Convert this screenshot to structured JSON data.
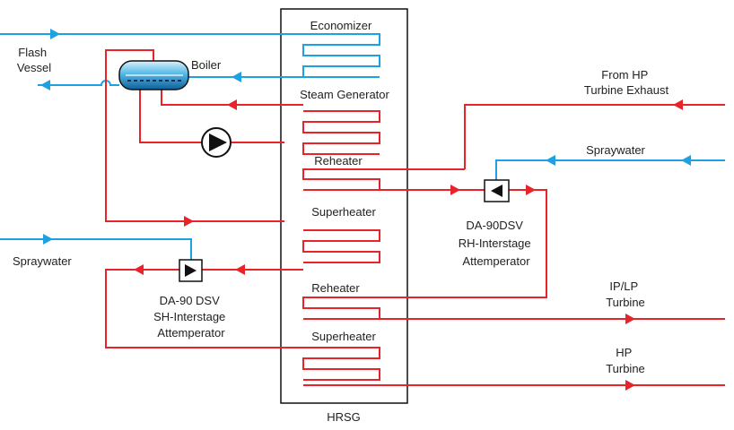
{
  "colors": {
    "steam": "#e8232a",
    "water": "#1da1e2",
    "outline": "#111111"
  },
  "icons": {
    "pump": "pump-icon",
    "boiler": "boiler-drum-icon",
    "attemperator": "attemperator-icon"
  },
  "labels": {
    "hrsg": "HRSG",
    "economizer": "Economizer",
    "steam_generator": "Steam Generator",
    "reheater_top": "Reheater",
    "superheater_mid": "Superheater",
    "reheater_lower": "Reheater",
    "superheater_bottom": "Superheater",
    "flash_vessel": [
      "Flash",
      "Vessel"
    ],
    "boiler": "Boiler",
    "from_hp": [
      "From HP",
      "Turbine Exhaust"
    ],
    "spraywater_right": "Spraywater",
    "spraywater_left": "Spraywater",
    "rh_attemperator": [
      "DA-90DSV",
      "RH-Interstage",
      "Attemperator"
    ],
    "sh_attemperator": [
      "DA-90 DSV",
      "SH-Interstage",
      "Attemperator"
    ],
    "ip_lp": [
      "IP/LP",
      "Turbine"
    ],
    "hp": [
      "HP",
      "Turbine"
    ]
  }
}
